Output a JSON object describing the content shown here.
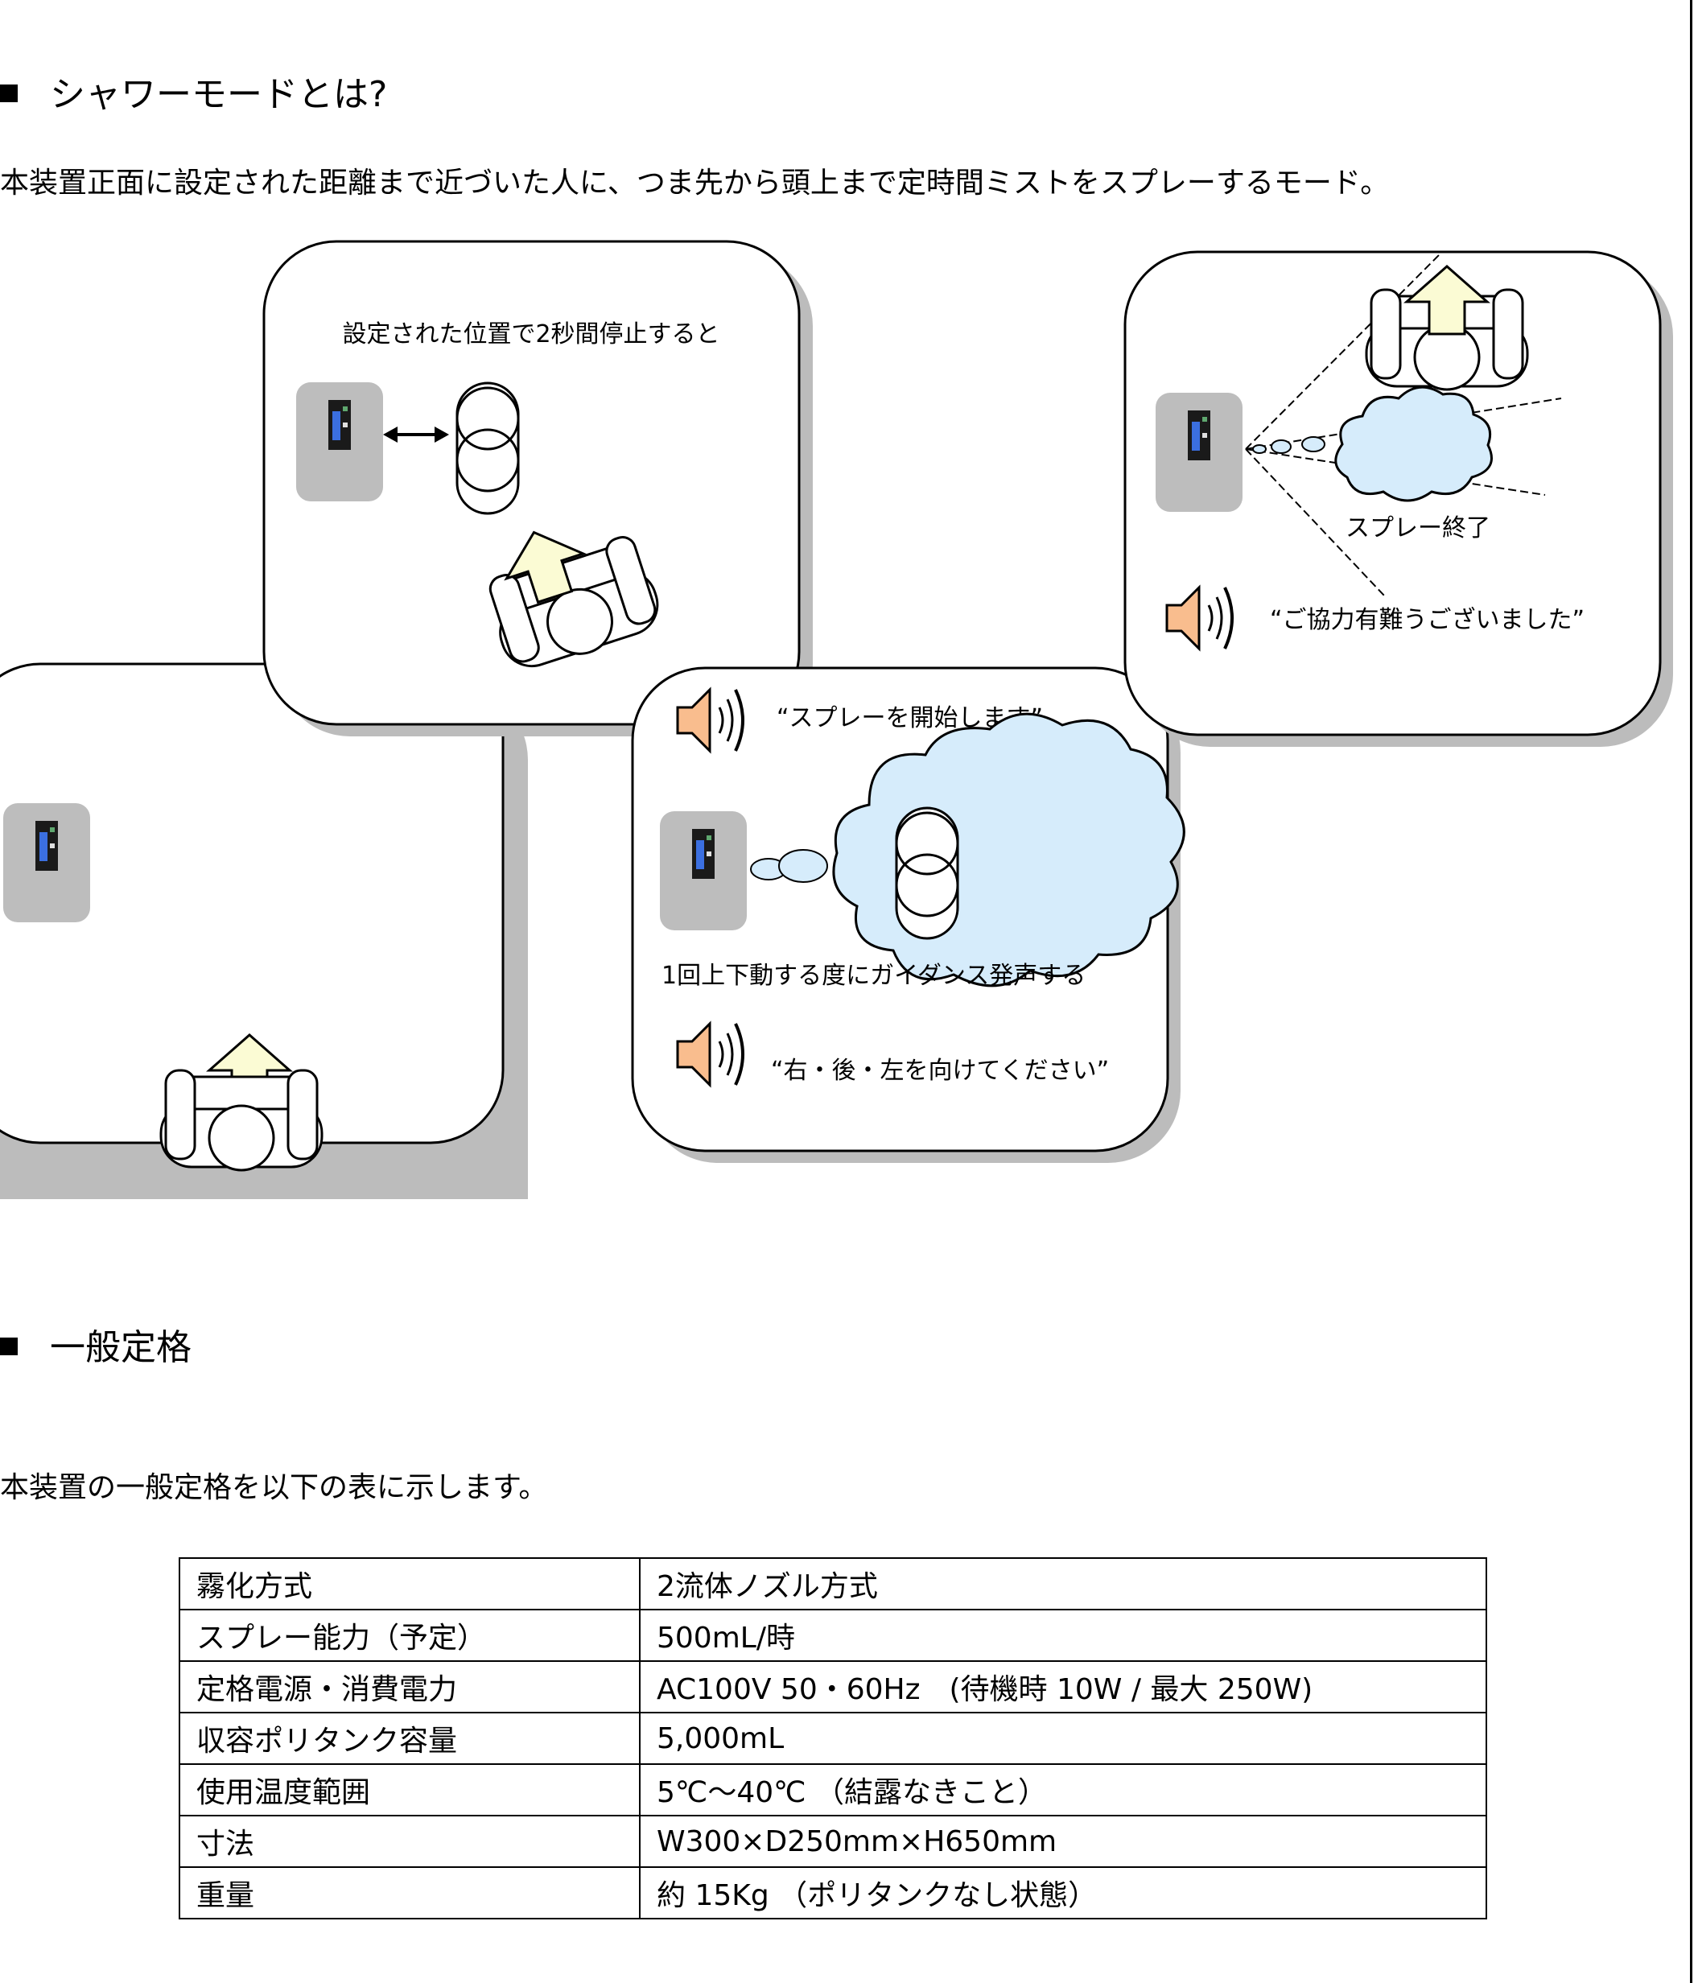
{
  "section1": {
    "title": "シャワーモードとは?",
    "description": "本装置正面に設定された距離まで近づいた人に、つま先から頭上まで定時間ミストをスプレーするモード。"
  },
  "diagram": {
    "panel_stop": {
      "caption": "設定された位置で2秒間停止すると"
    },
    "panel_start": {
      "announcement_start": "“スプレーを開始します”",
      "guidance_caption": "1回上下動する度にガイダンス発声する",
      "announcement_turn": "“右・後・左を向けてください”"
    },
    "panel_end": {
      "caption": "スプレー終了",
      "announcement_thanks": "“ご協力有難うございました”"
    },
    "icons": [
      "device-icon",
      "speaker-icon",
      "person-icon",
      "mist-cloud-icon",
      "arrow-icon"
    ],
    "colors": {
      "device": "#bdbdbd",
      "mist": "#d6ecfb",
      "speaker": "#f9bd8e",
      "arrow": "#fbfbd4",
      "shadow": "#bcbcbc"
    }
  },
  "section2": {
    "title": "一般定格",
    "description": "本装置の一般定格を以下の表に示します。"
  },
  "spec_table": {
    "rows": [
      {
        "key": "霧化方式",
        "value": "2流体ノズル方式"
      },
      {
        "key": "スプレー能力（予定）",
        "value": "500mL/時"
      },
      {
        "key": "定格電源・消費電力",
        "value": "AC100V 50・60Hz　(待機時 10W /  最大 250W)"
      },
      {
        "key": "収容ポリタンク容量",
        "value": "5,000mL"
      },
      {
        "key": "使用温度範囲",
        "value": "5℃～40℃ （結露なきこと）"
      },
      {
        "key": "寸法",
        "value": "W300×D250mm×H650mm"
      },
      {
        "key": "重量",
        "value": "約 15Kg （ポリタンクなし状態）"
      }
    ]
  }
}
